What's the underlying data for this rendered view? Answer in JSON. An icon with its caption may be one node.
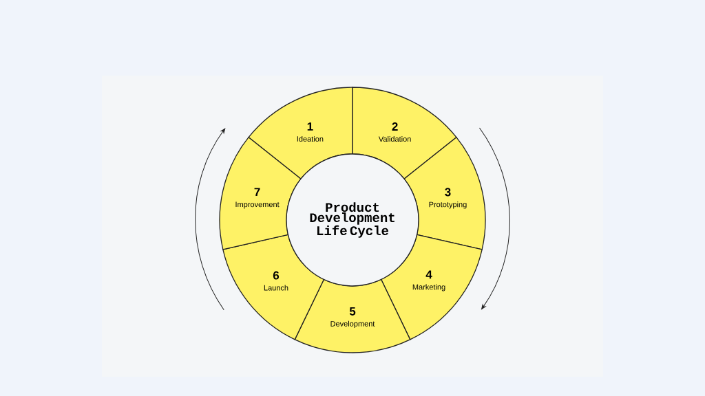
{
  "diagram": {
    "nodes": [
      {
        "text": [
          "Product Development Life Cycle"
        ]
      },
      {
        "text": [
          "1",
          "Ideation"
        ]
      },
      {
        "text": [
          "2",
          "Validation"
        ]
      },
      {
        "text": [
          "3",
          "Prototyping"
        ]
      },
      {
        "text": [
          "4",
          "Marketing"
        ]
      },
      {
        "text": [
          "5",
          "Development"
        ]
      },
      {
        "text": [
          "6",
          "Launch"
        ]
      },
      {
        "text": [
          "7",
          "Improvement"
        ]
      }
    ]
  }
}
